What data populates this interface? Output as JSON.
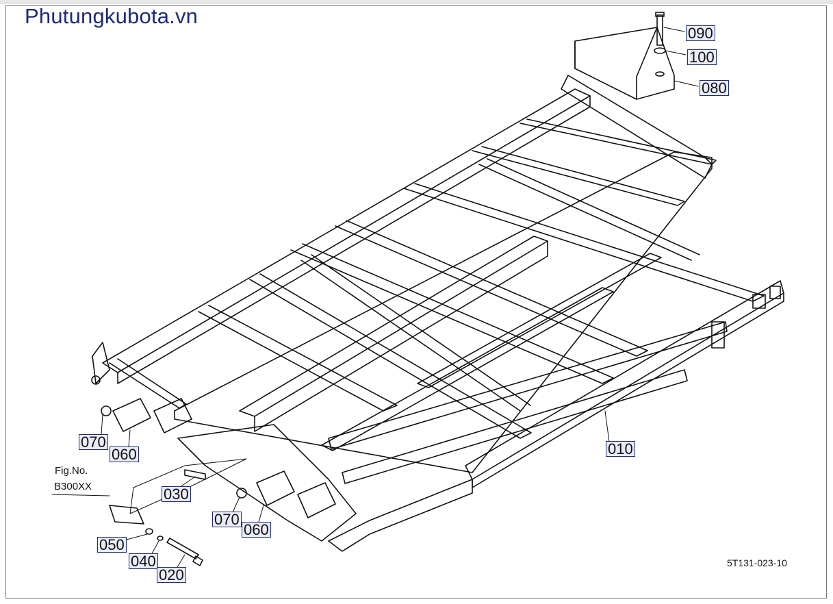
{
  "brand": "Phutungkubota.vn",
  "drawing_number": "5T131-023-10",
  "figure_ref": {
    "label": "Fig.No.",
    "code": "B300XX"
  },
  "callouts": [
    {
      "id": "090",
      "label": "090"
    },
    {
      "id": "100",
      "label": "100"
    },
    {
      "id": "080",
      "label": "080"
    },
    {
      "id": "010",
      "label": "010"
    },
    {
      "id": "070a",
      "label": "070"
    },
    {
      "id": "060a",
      "label": "060"
    },
    {
      "id": "030",
      "label": "030"
    },
    {
      "id": "070b",
      "label": "070"
    },
    {
      "id": "060b",
      "label": "060"
    },
    {
      "id": "050",
      "label": "050"
    },
    {
      "id": "040",
      "label": "040"
    },
    {
      "id": "020",
      "label": "020"
    }
  ]
}
